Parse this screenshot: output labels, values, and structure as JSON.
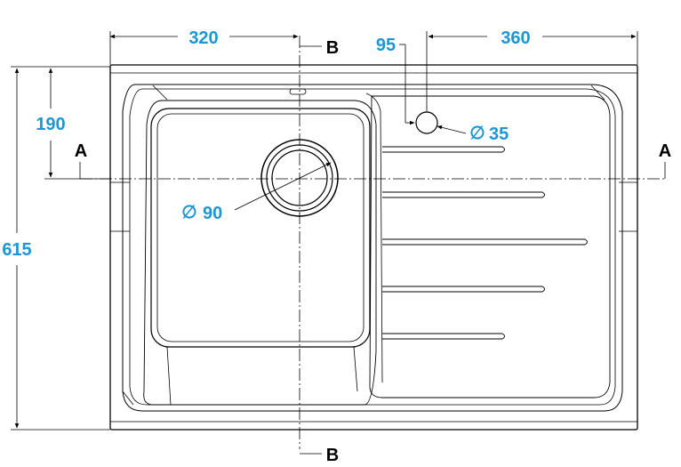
{
  "dimensions": {
    "left_width": "320",
    "offset": "95",
    "right_width": "360",
    "top_height": "190",
    "total_height": "615",
    "drain_diameter": "90",
    "tap_hole_diameter": "35"
  },
  "sections": {
    "a_left": "A",
    "a_right": "A",
    "b_top": "B",
    "b_bottom": "B"
  },
  "symbols": {
    "diameter": "∅"
  },
  "colors": {
    "dimension_text": "#1e96d2",
    "line": "#000000"
  }
}
